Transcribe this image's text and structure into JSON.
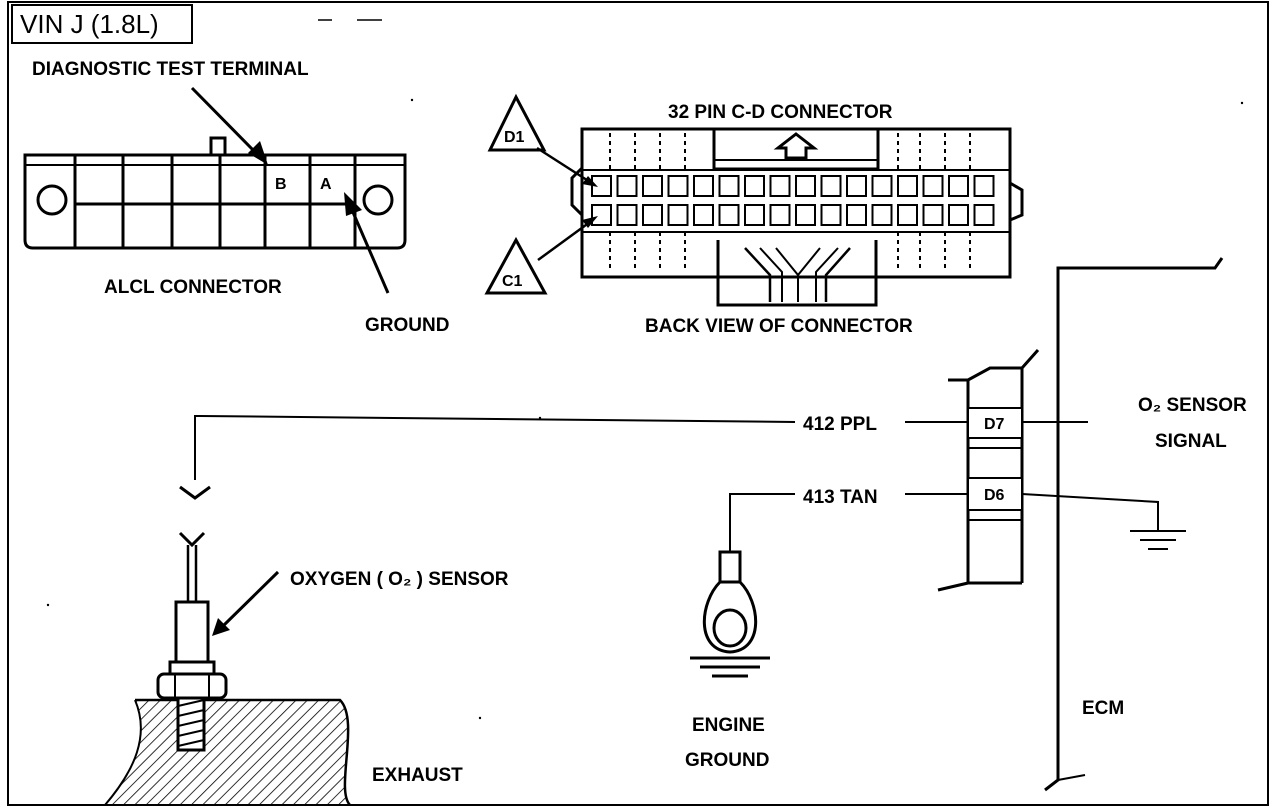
{
  "title": "VIN J (1.8L)",
  "labels": {
    "diagnostic_test_terminal": "DIAGNOSTIC TEST TERMINAL",
    "alcl_connector": "ALCL CONNECTOR",
    "ground": "GROUND",
    "pin_b": "B",
    "pin_a": "A",
    "connector_32pin": "32 PIN C-D CONNECTOR",
    "back_view": "BACK VIEW OF CONNECTOR",
    "d1": "D1",
    "c1": "C1",
    "wire_412": "412 PPL",
    "wire_413": "413 TAN",
    "d7": "D7",
    "d6": "D6",
    "o2_signal_line1": "O₂ SENSOR",
    "o2_signal_line2": "SIGNAL",
    "o2_sensor": "OXYGEN ( O₂ ) SENSOR",
    "engine_ground_line1": "ENGINE",
    "engine_ground_line2": "GROUND",
    "ecm": "ECM",
    "exhaust": "EXHAUST"
  }
}
